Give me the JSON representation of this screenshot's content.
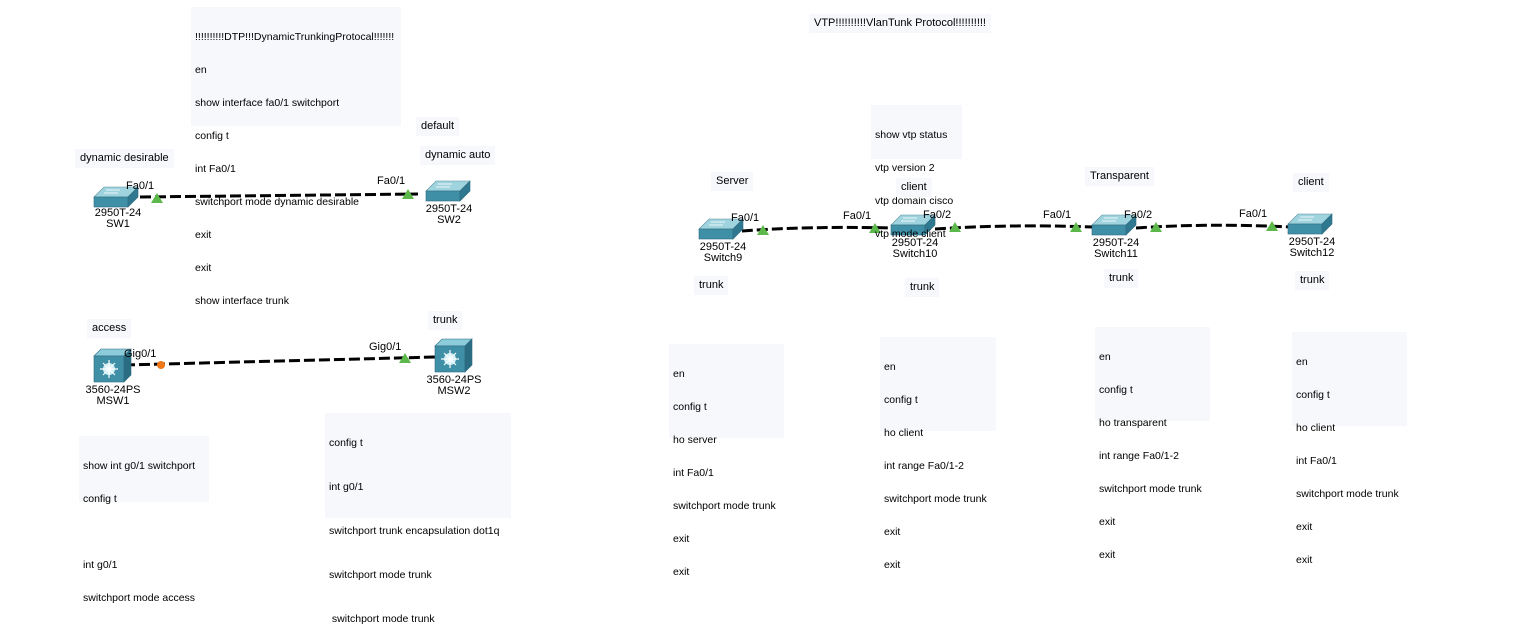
{
  "dtp": {
    "title": "!!!!!!!!!!DTP!!!DynamicTrunkingProtocal!!!!!!!",
    "commands": [
      "en",
      "show interface fa0/1 switchport",
      "config t",
      "int Fa0/1",
      "switchport mode dynamic desirable",
      "exit",
      "exit",
      "show interface trunk"
    ],
    "label_dynamic_desirable": "dynamic desirable",
    "label_default": "default",
    "label_dynamic_auto": "dynamic auto",
    "sw1": {
      "model": "2950T-24",
      "name": "SW1",
      "port": "Fa0/1"
    },
    "sw2": {
      "model": "2950T-24",
      "name": "SW2",
      "port": "Fa0/1"
    }
  },
  "msw": {
    "label_access": "access",
    "label_trunk": "trunk",
    "msw1": {
      "model": "3560-24PS",
      "name": "MSW1",
      "port": "Gig0/1"
    },
    "msw2": {
      "model": "3560-24PS",
      "name": "MSW2",
      "port": "Gig0/1"
    },
    "access_commands": [
      "show int g0/1 switchport",
      "config t",
      "",
      "int g0/1",
      "switchport mode access"
    ],
    "trunk_commands": [
      "config t",
      "int g0/1",
      "switchport trunk encapsulation dot1q",
      "switchport mode trunk",
      " switchport mode trunk"
    ]
  },
  "vtp": {
    "title": "VTP!!!!!!!!!!VlanTunk Protocol!!!!!!!!!!",
    "status_commands": [
      "show vtp status",
      "vtp version 2",
      "vtp domain cisco",
      "vtp mode client"
    ],
    "roles": {
      "server": "Server",
      "client1": "client",
      "transparent": "Transparent",
      "client2": "client"
    },
    "trunk_label": "trunk",
    "switch9": {
      "model": "2950T-24",
      "name": "Switch9",
      "port_right": "Fa0/1"
    },
    "switch10": {
      "model": "2950T-24",
      "name": "Switch10",
      "port_left": "Fa0/1",
      "port_right": "Fa0/2"
    },
    "switch11": {
      "model": "2950T-24",
      "name": "Switch11",
      "port_left": "Fa0/1",
      "port_right": "Fa0/2"
    },
    "switch12": {
      "model": "2950T-24",
      "name": "Switch12",
      "port_left": "Fa0/1"
    },
    "server_commands": [
      "en",
      "config t",
      "ho server",
      "int Fa0/1",
      "switchport mode trunk",
      "exit",
      "exit"
    ],
    "client_commands": [
      "en",
      "config t",
      "ho client",
      "int range Fa0/1-2",
      "switchport mode trunk",
      "exit",
      "exit"
    ],
    "transparent_commands": [
      "en",
      "config t",
      "ho transparent",
      "int range Fa0/1-2",
      "switchport mode trunk",
      "exit",
      "exit"
    ],
    "client2_commands": [
      "en",
      "config t",
      "ho client",
      "int Fa0/1",
      "switchport mode trunk",
      "exit",
      "exit"
    ]
  },
  "colors": {
    "cable": "#000000",
    "link_up": "#5cb84a",
    "link_down": "#f07818",
    "switch_body": "#4f9cb3",
    "switch_top": "#8ccbd9"
  }
}
